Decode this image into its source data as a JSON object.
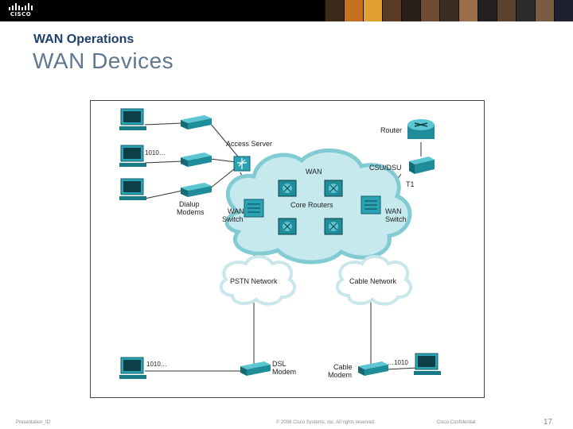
{
  "header": {
    "logo_text": "CISCO",
    "subtitle": "WAN Operations",
    "title": "WAN Devices",
    "photo_colors": [
      "#3b2a1a",
      "#c7701f",
      "#e0a030",
      "#5a3b26",
      "#2a2018",
      "#6e4b33",
      "#3d2c22",
      "#9a6e4a",
      "#252020",
      "#5b4030",
      "#2d2a2a",
      "#7a5c44",
      "#1e2230"
    ]
  },
  "diagram": {
    "labels": {
      "access_server": "Access Server",
      "router": "Router",
      "csu_dsu": "CSU/DSU",
      "t1": "T1",
      "wan": "WAN",
      "core_routers": "Core Routers",
      "wan_switch_left_1": "WAN",
      "wan_switch_left_2": "Switch",
      "wan_switch_right_1": "WAN",
      "wan_switch_right_2": "Switch",
      "dialup_1": "Dialup",
      "dialup_2": "Modems",
      "binary_pc_2": "1010…",
      "binary_pc_bottom": "1010…",
      "binary_pc_right": "…1010",
      "pstn": "PSTN Network",
      "cable_network": "Cable Network",
      "dsl_1": "DSL",
      "dsl_2": "Modem",
      "cable_modem_1": "Cable",
      "cable_modem_2": "Modem"
    }
  },
  "footer": {
    "presentation_id": "Presentation_ID",
    "copyright": "© 2008 Cisco Systems, Inc. All rights reserved.",
    "confidential": "Cisco Confidential",
    "page_number": "17"
  },
  "colors": {
    "device_teal": "#2aa4b4",
    "device_dark": "#1a7b88",
    "cloud_fill": "#bfe6ea",
    "cloud_stroke": "#79c6cf",
    "line": "#333333"
  }
}
